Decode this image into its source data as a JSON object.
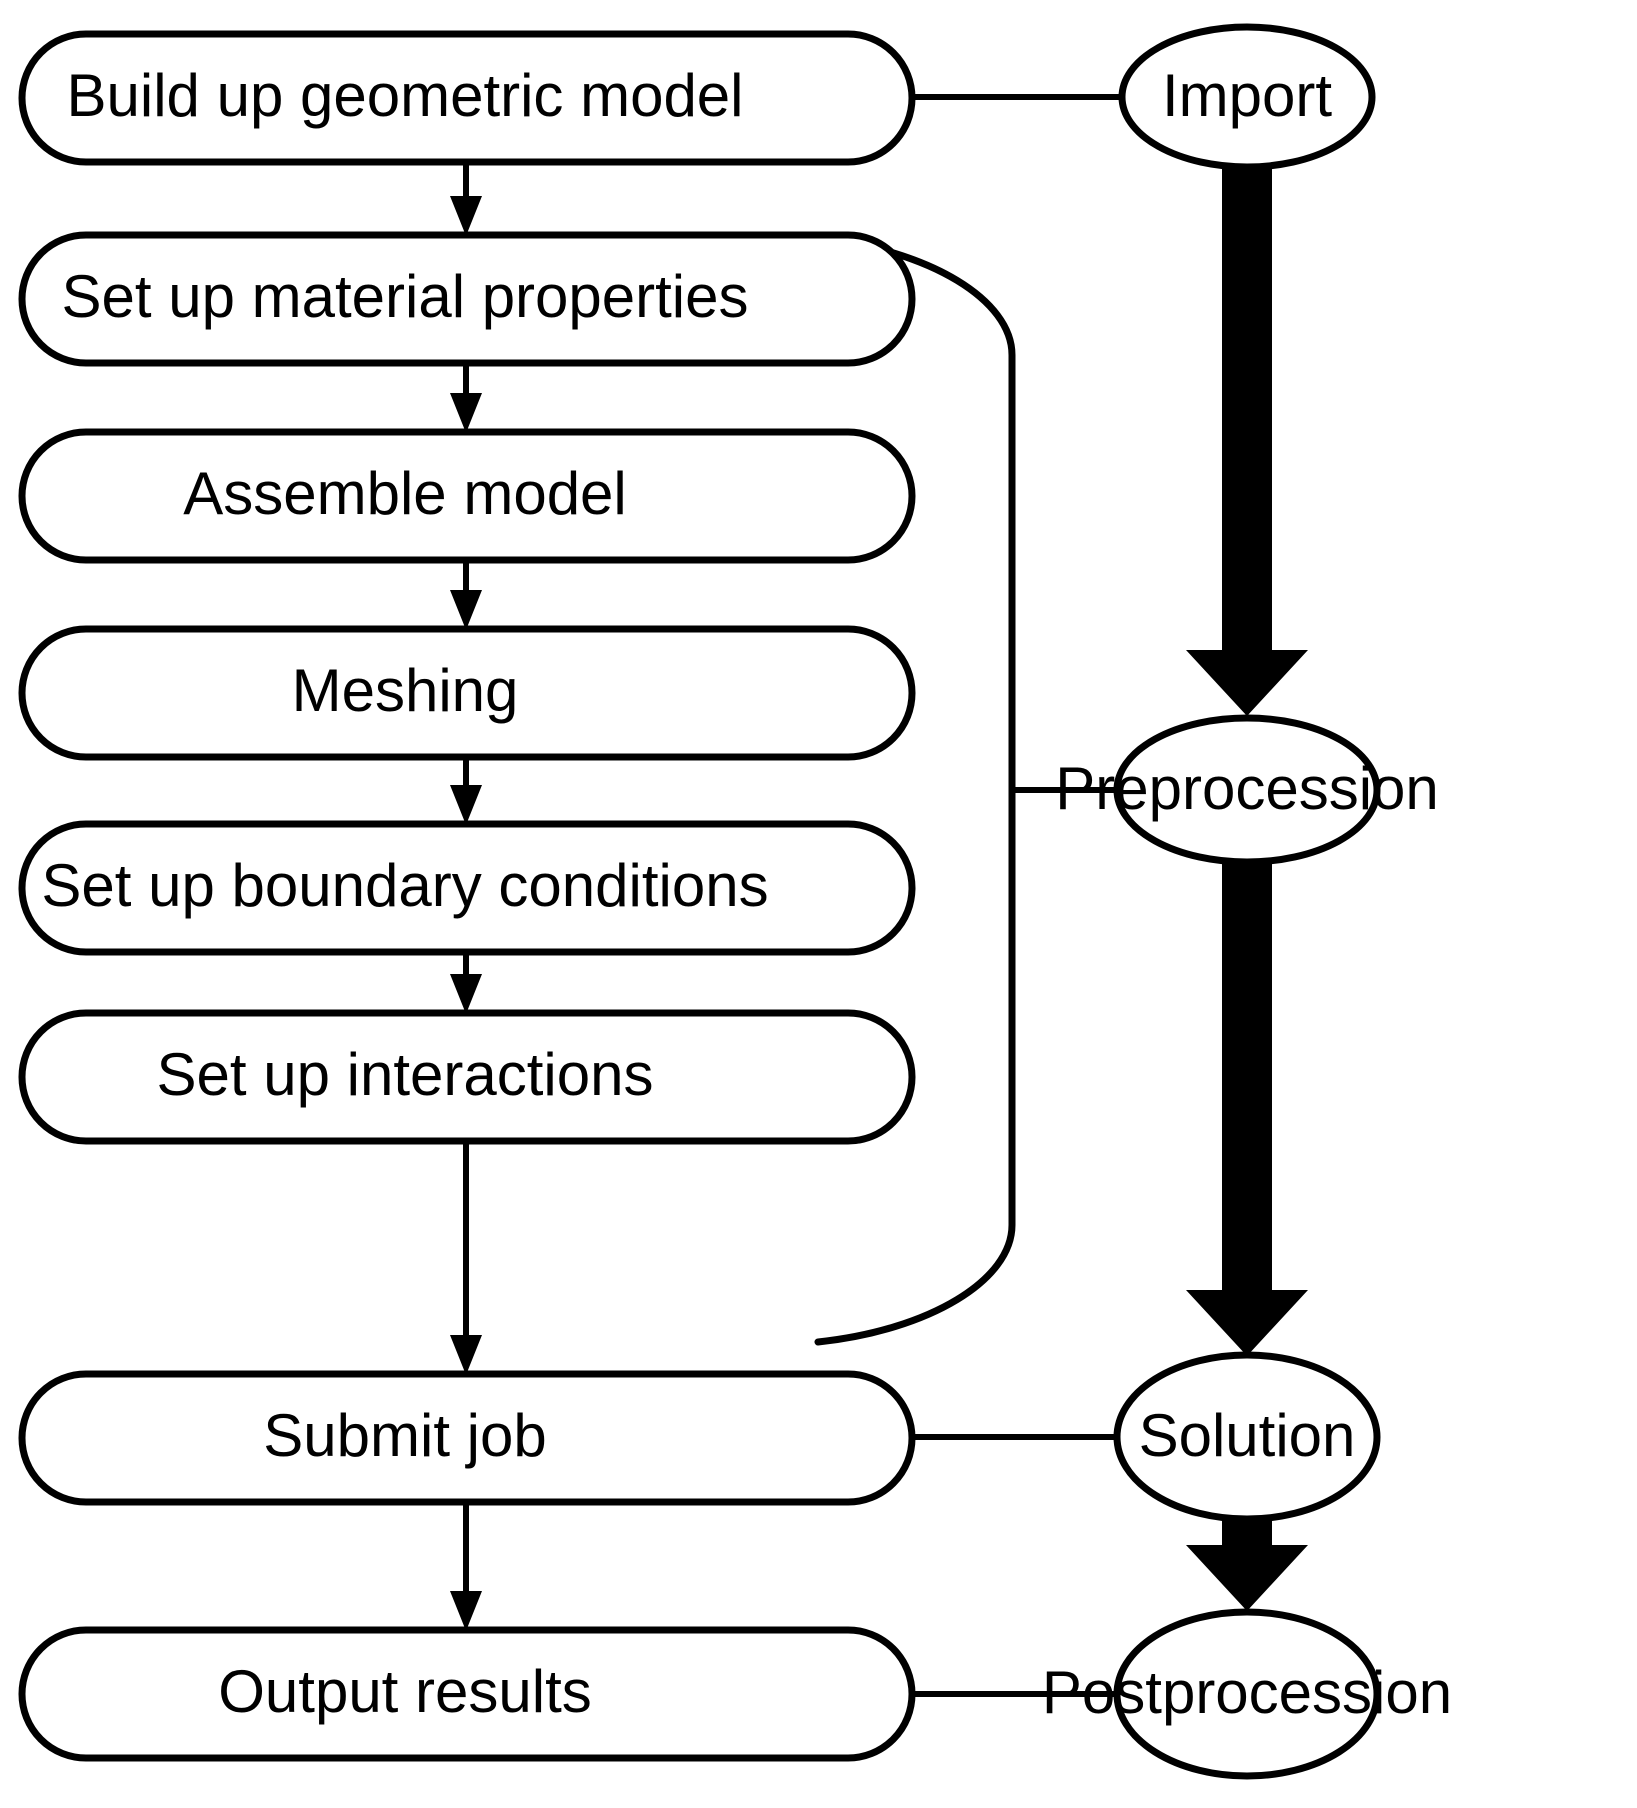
{
  "diagram": {
    "title": "Finite element analysis workflow flowchart",
    "type": "flowchart",
    "background_color": "#ffffff",
    "line_color": "#000000",
    "steps": [
      {
        "id": "build-geometric-model",
        "label": "Build up geometric model"
      },
      {
        "id": "set-up-material-properties",
        "label": "Set up material properties"
      },
      {
        "id": "assemble-model",
        "label": "Assemble model"
      },
      {
        "id": "meshing",
        "label": "Meshing"
      },
      {
        "id": "set-up-boundary-conditions",
        "label": "Set up boundary conditions"
      },
      {
        "id": "set-up-interactions",
        "label": "Set up interactions"
      },
      {
        "id": "submit-job",
        "label": "Submit job"
      },
      {
        "id": "output-results",
        "label": "Output results"
      }
    ],
    "stages": [
      {
        "id": "import",
        "label": "Import"
      },
      {
        "id": "preprocession",
        "label": "Preprocession"
      },
      {
        "id": "solution",
        "label": "Solution"
      },
      {
        "id": "postprocession",
        "label": "Postprocession"
      }
    ],
    "step_flow": [
      "build-geometric-model -> set-up-material-properties",
      "set-up-material-properties -> assemble-model",
      "assemble-model -> meshing",
      "meshing -> set-up-boundary-conditions",
      "set-up-boundary-conditions -> set-up-interactions",
      "set-up-interactions -> submit-job",
      "submit-job -> output-results"
    ],
    "stage_flow": [
      "import -> preprocession",
      "preprocession -> solution",
      "solution -> postprocession"
    ],
    "mappings": [
      {
        "step": "build-geometric-model",
        "stage": "import"
      },
      {
        "step_group": [
          "set-up-material-properties",
          "assemble-model",
          "meshing",
          "set-up-boundary-conditions",
          "set-up-interactions"
        ],
        "stage": "preprocession"
      },
      {
        "step": "submit-job",
        "stage": "solution"
      },
      {
        "step": "output-results",
        "stage": "postprocession"
      }
    ]
  }
}
